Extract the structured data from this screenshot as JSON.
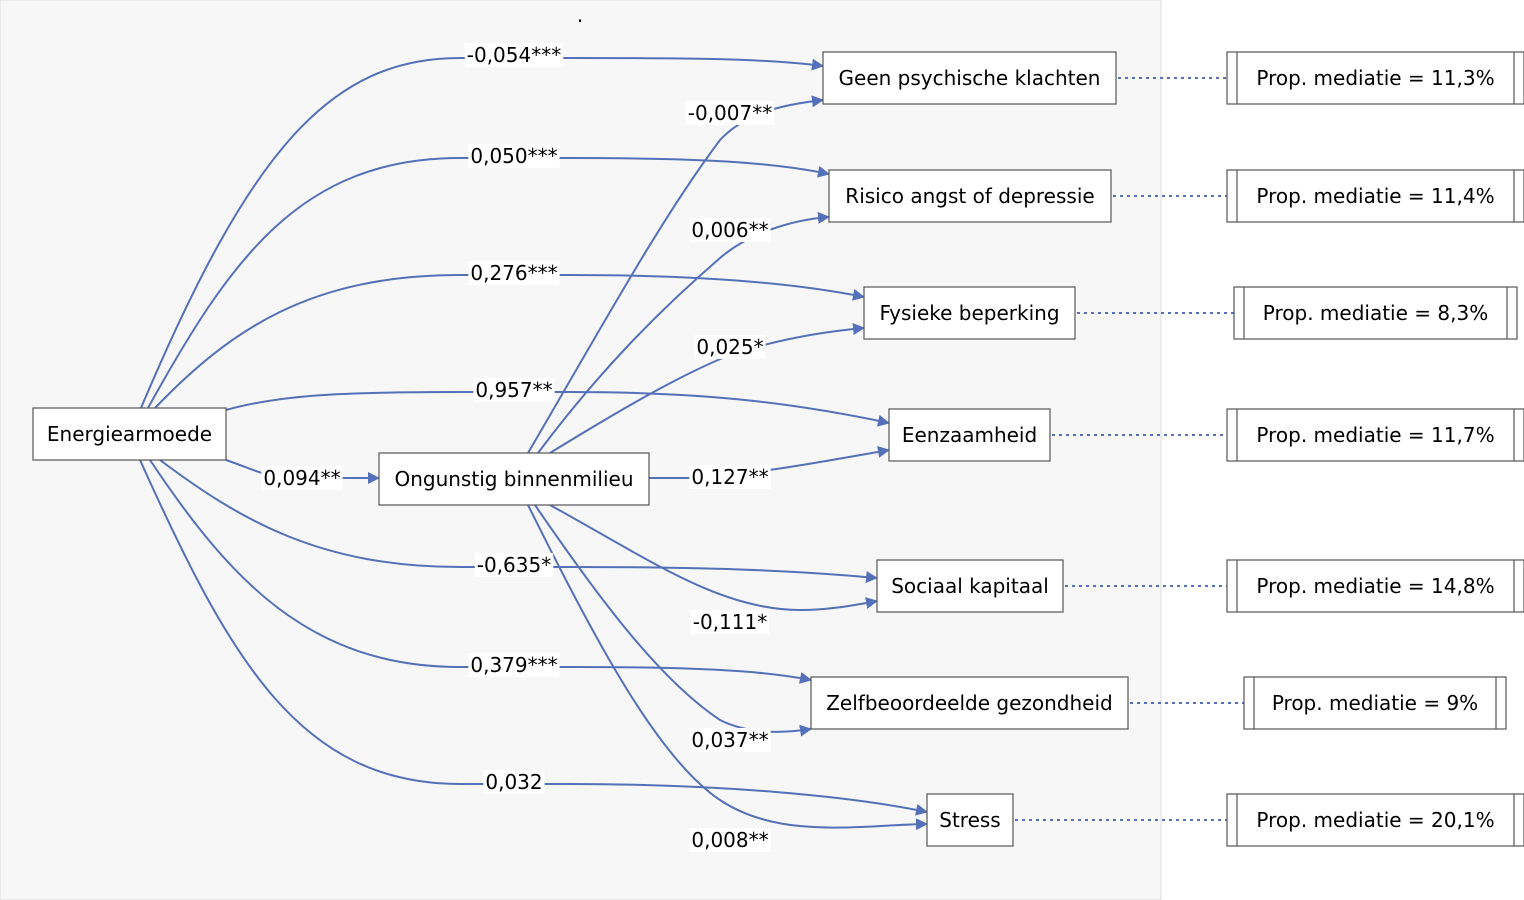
{
  "diagram": {
    "dot": ".",
    "exposure": "Energiearmoede",
    "mediator": "Ongunstig binnenmilieu",
    "mediator_path": "0,094**",
    "outcomes": [
      {
        "label": "Geen psychische klachten",
        "direct": "-0,054***",
        "indirect": "-0,007**",
        "mediation": "Prop. mediatie = 11,3%"
      },
      {
        "label": "Risico angst of depressie",
        "direct": "0,050***",
        "indirect": "0,006**",
        "mediation": "Prop. mediatie = 11,4%"
      },
      {
        "label": "Fysieke beperking",
        "direct": "0,276***",
        "indirect": "0,025*",
        "mediation": "Prop. mediatie = 8,3%"
      },
      {
        "label": "Eenzaamheid",
        "direct": "0,957**",
        "indirect": "0,127**",
        "mediation": "Prop. mediatie = 11,7%"
      },
      {
        "label": "Sociaal kapitaal",
        "direct": "-0,635*",
        "indirect": "-0,111*",
        "mediation": "Prop. mediatie = 14,8%"
      },
      {
        "label": "Zelfbeoordeelde gezondheid",
        "direct": "0,379***",
        "indirect": "0,037**",
        "mediation": "Prop. mediatie = 9%"
      },
      {
        "label": "Stress",
        "direct": "0,032",
        "indirect": "0,008**",
        "mediation": "Prop. mediatie = 20,1%"
      }
    ]
  },
  "colors": {
    "edge": "#5470b8",
    "panel": "#f7f7f7",
    "box_border": "#555555"
  }
}
